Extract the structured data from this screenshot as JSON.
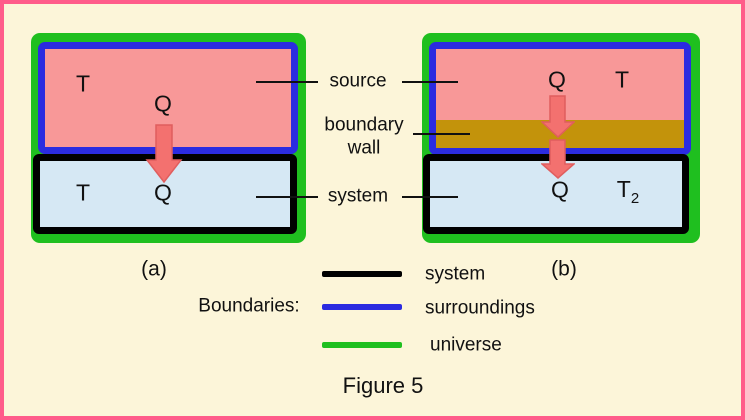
{
  "colors": {
    "background": "#FCF5D9",
    "frame": "#FF5C8A",
    "source_fill": "#F89898",
    "system_fill": "#D6E8F4",
    "boundary_system": "#000000",
    "boundary_surroundings": "#2B2BE0",
    "boundary_universe": "#1FBF1F",
    "boundary_wall": "#C3930B",
    "heat_arrow": "#F3716F"
  },
  "diagram_a": {
    "caption": "(a)",
    "source": {
      "temperature": "T",
      "heat": "Q"
    },
    "system": {
      "temperature": "T",
      "heat": "Q"
    }
  },
  "diagram_b": {
    "caption": "(b)",
    "source": {
      "heat": "Q",
      "temperature": "T"
    },
    "system": {
      "heat": "Q",
      "temperature_base": "T",
      "temperature_subscript": "2"
    }
  },
  "annotations": {
    "source_label": "source",
    "boundary_wall_line1": "boundary",
    "boundary_wall_line2": "wall",
    "system_label": "system"
  },
  "legend": {
    "title": "Boundaries:",
    "items": [
      {
        "label": "system",
        "color": "#000000"
      },
      {
        "label": "surroundings",
        "color": "#2B2BE0"
      },
      {
        "label": "universe",
        "color": "#1FBF1F"
      }
    ]
  },
  "figure_caption": "Figure 5"
}
